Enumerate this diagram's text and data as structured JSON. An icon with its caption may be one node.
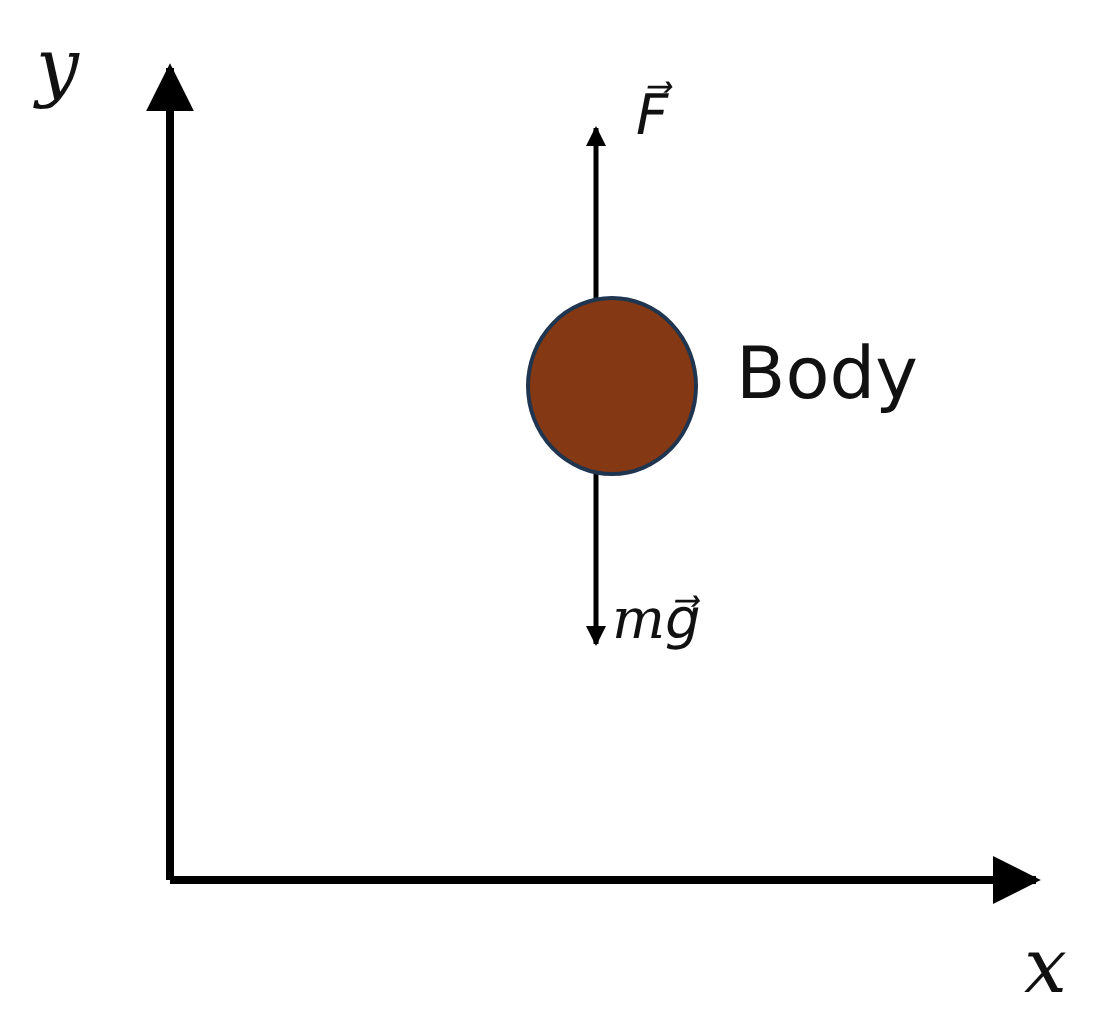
{
  "diagram": {
    "nodes": [
      {
        "text": [
          "Body"
        ]
      }
    ],
    "labels": [
      "y",
      "F⃗",
      "mg⃗",
      "x"
    ]
  }
}
